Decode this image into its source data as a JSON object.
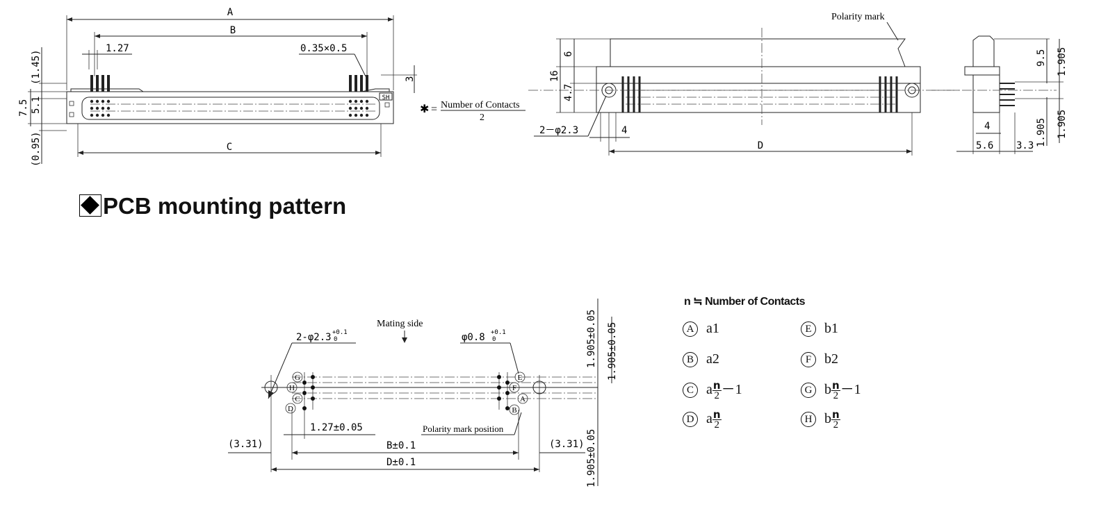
{
  "top_left": {
    "labels": {
      "A": "A",
      "B": "B",
      "C": "C",
      "pitch": "1.27",
      "pin": "0.35×0.5",
      "dim3": "3",
      "h145": "(1.45)",
      "h75": "7.5",
      "h51": "5.1",
      "h095": "(0.95)",
      "star": "✱",
      "eq": "=",
      "contacts_num": "Number of Contacts",
      "contacts_den": "2",
      "mark": "SH"
    }
  },
  "top_mid": {
    "labels": {
      "polarity": "Polarity mark",
      "d6": "6",
      "d16": "16",
      "d47": "4.7",
      "hole": "2－φ2.3",
      "d4": "4",
      "D": "D"
    }
  },
  "top_right": {
    "labels": {
      "d95": "9.5",
      "d1905a": "1.905",
      "d1905b": "1.905",
      "d1905c": "1.905",
      "d4": "4",
      "d56": "5.6",
      "d33": "3.3"
    }
  },
  "heading": "PCB mounting pattern",
  "pcb": {
    "labels": {
      "mating": "Mating side",
      "hole2": "2-φ2.3",
      "hole2_tol": "+0.1",
      "hole2_tol0": "0",
      "hole08": "φ0.8",
      "hole08_tol": "+0.1",
      "hole08_tol0": "0",
      "pitch": "1.27±0.05",
      "b": "B±0.1",
      "d": "D±0.1",
      "left331": "(3.31)",
      "right331": "(3.31)",
      "pol": "Polarity mark position",
      "v1": "1.905±0.05",
      "v2": "1.905±0.05",
      "v3": "1.905±0.05",
      "G": "G",
      "H": "H",
      "C": "C",
      "D": "D",
      "E": "E",
      "F": "F",
      "A": "A",
      "B": "B"
    }
  },
  "legend": {
    "title": "n ≒ Number of Contacts",
    "items": [
      {
        "mark": "A",
        "pre": "a1",
        "frac": false,
        "suffix": ""
      },
      {
        "mark": "B",
        "pre": "a2",
        "frac": false,
        "suffix": ""
      },
      {
        "mark": "C",
        "pre": "a",
        "frac": true,
        "num": "n",
        "den": "2",
        "suffix": "－1"
      },
      {
        "mark": "D",
        "pre": "a",
        "frac": true,
        "num": "n",
        "den": "2",
        "suffix": ""
      },
      {
        "mark": "E",
        "pre": "b1",
        "frac": false,
        "suffix": ""
      },
      {
        "mark": "F",
        "pre": "b2",
        "frac": false,
        "suffix": ""
      },
      {
        "mark": "G",
        "pre": "b",
        "frac": true,
        "num": "n",
        "den": "2",
        "suffix": "－1"
      },
      {
        "mark": "H",
        "pre": "b",
        "frac": true,
        "num": "n",
        "den": "2",
        "suffix": ""
      }
    ]
  }
}
